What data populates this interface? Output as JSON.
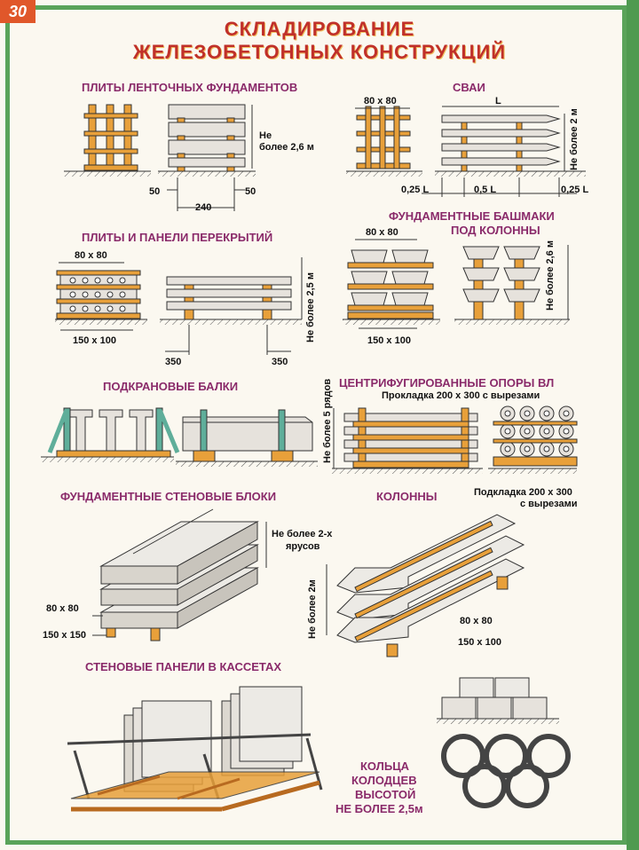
{
  "page_number": "30",
  "title": {
    "line1": "СКЛАДИРОВАНИЕ",
    "line2": "ЖЕЛЕЗОБЕТОННЫХ КОНСТРУКЦИЙ"
  },
  "sections": {
    "strip": {
      "heading": "ПЛИТЫ ЛЕНТОЧНЫХ ФУНДАМЕНТОВ",
      "height_note_1": "Не",
      "height_note_2": "более 2,6 м",
      "gap_left": "50",
      "gap_right": "50",
      "span": "240"
    },
    "piles": {
      "heading": "СВАИ",
      "section": "80 x 80",
      "length": "L",
      "height_note": "Не более 2 м",
      "d1": "0,25 L",
      "d2": "0,5 L",
      "d3": "0,25 L"
    },
    "slabs": {
      "heading": "ПЛИТЫ И ПАНЕЛИ ПЕРЕКРЫТИЙ",
      "top": "80 x 80",
      "bottom": "150 x 100",
      "height_note": "Не более 2,5 м",
      "d1": "350",
      "d2": "350"
    },
    "shoes": {
      "heading1": "ФУНДАМЕНТНЫЕ БАШМАКИ",
      "heading2": "ПОД КОЛОННЫ",
      "top": "80 x 80",
      "bottom": "150 x 100",
      "height_note": "Не более 2,6 м"
    },
    "crane": {
      "heading": "ПОДКРАНОВЫЕ БАЛКИ"
    },
    "poles": {
      "heading": "ЦЕНТРИФУГИРОВАННЫЕ ОПОРЫ ВЛ",
      "spacer": "Прокладка 200 х 300 с вырезами",
      "height_note": "Не более 5 рядов",
      "base1": "Подкладка 200 х 300",
      "base2": "с вырезами"
    },
    "blocks": {
      "heading": "ФУНДАМЕНТНЫЕ СТЕНОВЫЕ БЛОКИ",
      "tiers1": "Не более 2-х",
      "tiers2": "ярусов",
      "top": "80 x 80",
      "bottom": "150 x 150"
    },
    "columns": {
      "heading": "КОЛОННЫ",
      "height_note": "Не более 2м",
      "top": "80 x 80",
      "bottom": "150 x 100"
    },
    "cassettes": {
      "heading": "СТЕНОВЫЕ ПАНЕЛИ В КАССЕТАХ"
    },
    "rings": {
      "l1": "КОЛЬЦА",
      "l2": "КОЛОДЦЕВ",
      "l3": "ВЫСОТОЙ",
      "l4": "НЕ БОЛЕЕ 2,5м"
    }
  },
  "colors": {
    "title": "#c0302a",
    "heading": "#8a2a6a",
    "frame": "#5aa35a",
    "wood": "#e8a03a",
    "concrete": "#e6e2dc"
  }
}
